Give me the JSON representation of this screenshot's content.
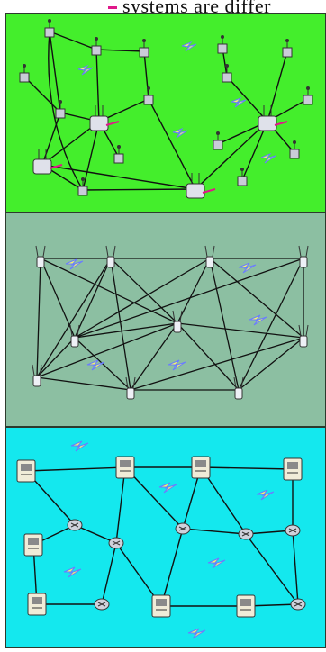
{
  "caption": {
    "text": "systems are differ"
  },
  "colors": {
    "panel_1_bg": "#44ee2c",
    "panel_2_bg": "#8cbfa2",
    "panel_3_bg": "#14e8ee",
    "link": "#111111",
    "highlight": "#e0188a"
  },
  "panels": [
    {
      "name": "wireless-ad-hoc-cluster-network",
      "node_icon": "antenna-node-icon"
    },
    {
      "name": "wireless-mesh-network",
      "node_icon": "antenna-node-icon"
    },
    {
      "name": "wired-router-computer-network",
      "node_icon": "computer-router-icon"
    }
  ]
}
